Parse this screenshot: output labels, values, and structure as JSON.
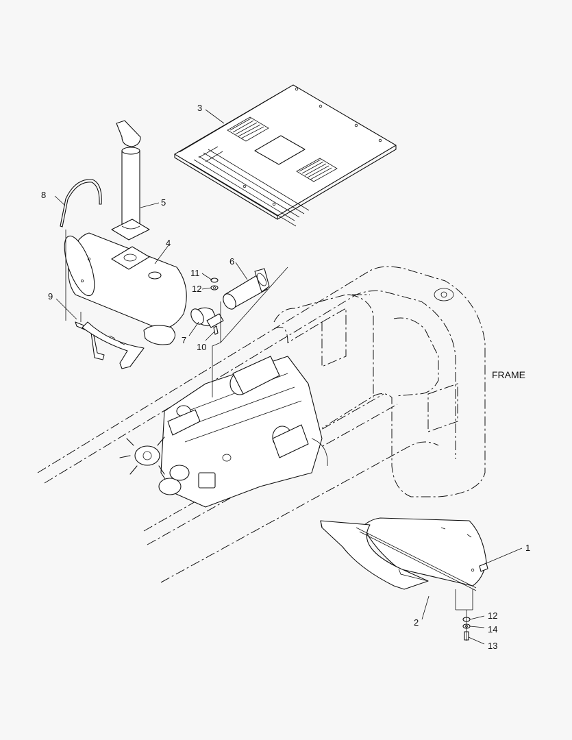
{
  "diagram": {
    "frame_label": "FRAME",
    "callouts": {
      "c1": "1",
      "c2": "2",
      "c3": "3",
      "c4": "4",
      "c5": "5",
      "c6": "6",
      "c7": "7",
      "c8": "8",
      "c9": "9",
      "c10": "10",
      "c11": "11",
      "c12a": "12",
      "c12b": "12",
      "c13": "13",
      "c14": "14"
    }
  }
}
